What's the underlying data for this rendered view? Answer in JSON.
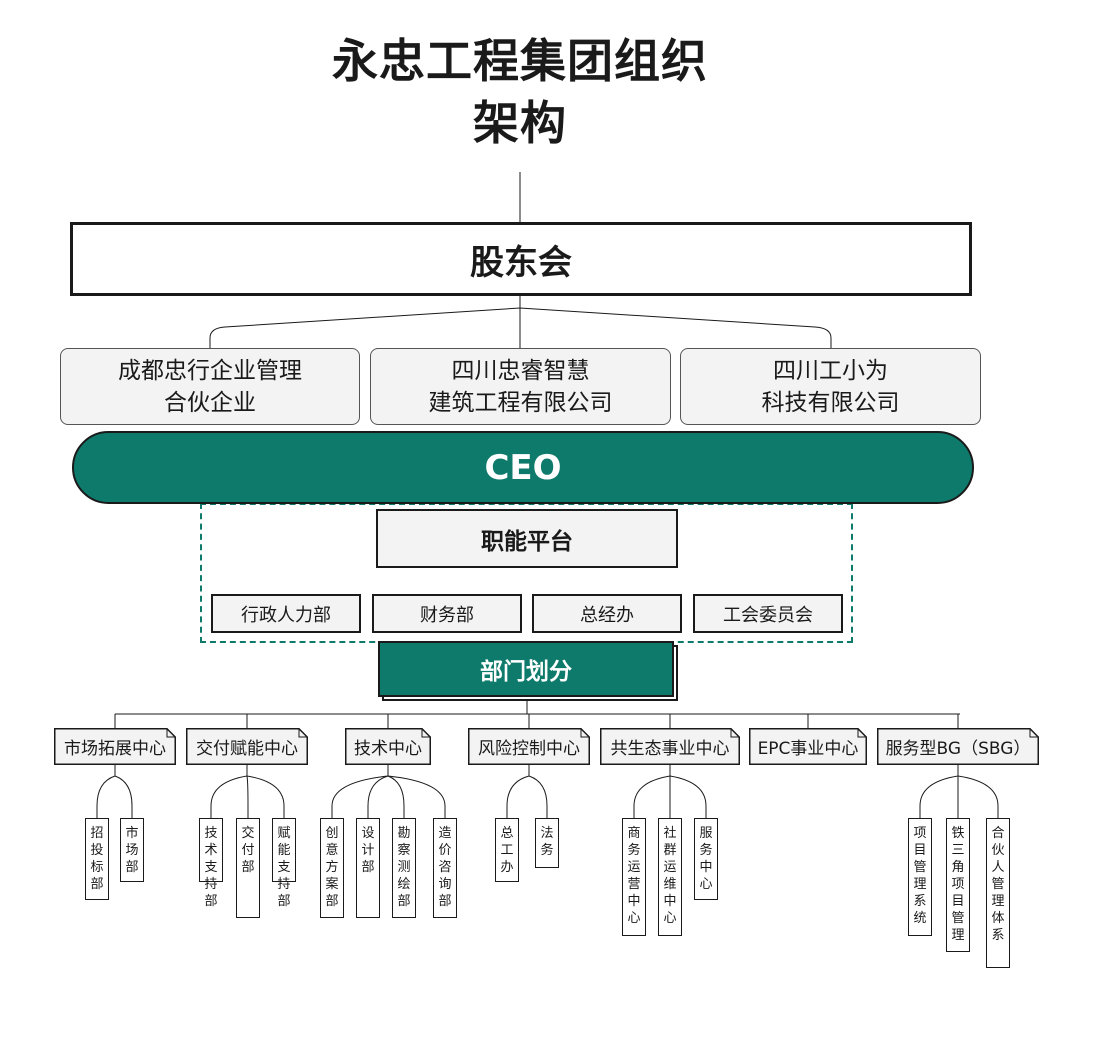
{
  "title": "永忠工程集团组织\n架构",
  "shareholders": {
    "label": "股东会"
  },
  "companies": [
    {
      "label": "成都忠行企业管理\n合伙企业"
    },
    {
      "label": "四川忠睿智慧\n建筑工程有限公司"
    },
    {
      "label": "四川工小为\n科技有限公司"
    }
  ],
  "ceo": {
    "label": "CEO"
  },
  "function_platform": {
    "title": "职能平台",
    "items": [
      "行政人力部",
      "财务部",
      "总经办",
      "工会委员会"
    ]
  },
  "departments": {
    "title": "部门划分",
    "centers": [
      {
        "label": "市场拓展中心",
        "children": [
          "招投标部",
          "市场部"
        ]
      },
      {
        "label": "交付赋能中心",
        "children": [
          "技术支持部",
          "交付部",
          "赋能支持部"
        ]
      },
      {
        "label": "技术中心",
        "children": [
          "创意方案部",
          "设计部",
          "勘察测绘部",
          "造价咨询部"
        ]
      },
      {
        "label": "风险控制中心",
        "children": [
          "总工办",
          "法务"
        ]
      },
      {
        "label": "共生态事业中心",
        "children": [
          "商务运营中心",
          "社群运维中心",
          "服务中心"
        ]
      },
      {
        "label": "EPC事业中心",
        "children": []
      },
      {
        "label": "服务型BG（SBG）",
        "children": [
          "项目管理系统",
          "铁三角项目管理",
          "合伙人管理体系"
        ]
      }
    ]
  },
  "colors": {
    "accent": "#0e7a6b",
    "box_fill": "#f3f3f3",
    "line": "#1a1a1a"
  }
}
